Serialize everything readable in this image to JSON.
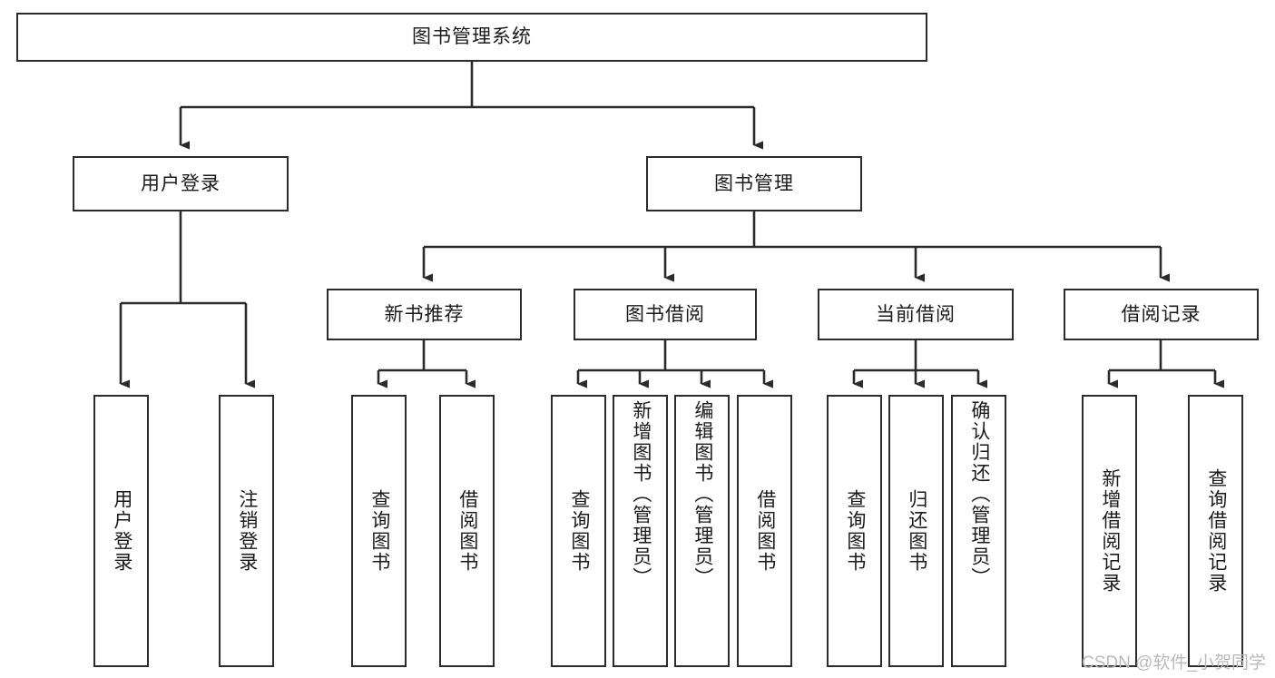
{
  "diagram": {
    "type": "tree-hierarchy",
    "root": {
      "label": "图书管理系统"
    },
    "level2": [
      {
        "label": "用户登录"
      },
      {
        "label": "图书管理"
      }
    ],
    "level3": [
      {
        "label": "新书推荐"
      },
      {
        "label": "图书借阅"
      },
      {
        "label": "当前借阅"
      },
      {
        "label": "借阅记录"
      }
    ],
    "leaves": {
      "user_login": [
        {
          "label": "用户登录"
        },
        {
          "label": "注销登录"
        }
      ],
      "new_book_recommend": [
        {
          "label": "查询图书"
        },
        {
          "label": "借阅图书"
        }
      ],
      "book_borrow": [
        {
          "label": "查询图书"
        },
        {
          "label": "新增图书（管理员）"
        },
        {
          "label": "编辑图书（管理员）"
        },
        {
          "label": "借阅图书"
        }
      ],
      "current_borrow": [
        {
          "label": "查询图书"
        },
        {
          "label": "归还图书"
        },
        {
          "label": "确认归还（管理员）"
        }
      ],
      "borrow_record": [
        {
          "label": "新增借阅记录"
        },
        {
          "label": "查询借阅记录"
        }
      ]
    }
  },
  "watermark": {
    "text": "CSDN @软件_小贺同学"
  },
  "colors": {
    "stroke": "#2b2b2b",
    "fill": "#ffffff",
    "text": "#1a1a1a",
    "watermark": "#b9b9b9"
  }
}
